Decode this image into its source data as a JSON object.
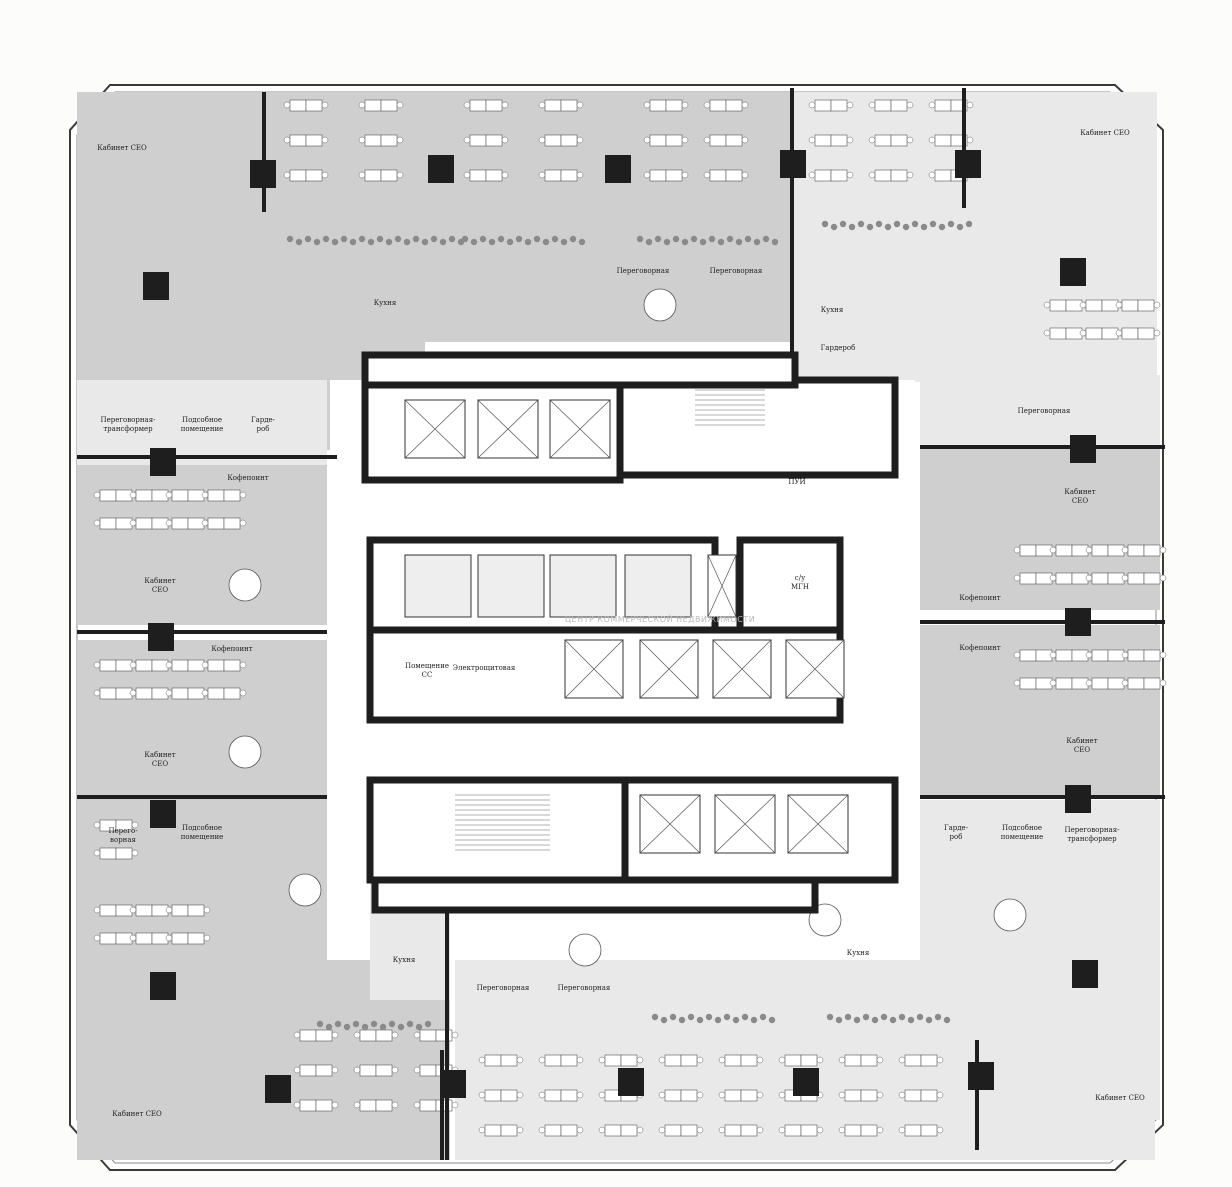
{
  "plan": {
    "watermark": "ЦЕНТР КОММЕРЧЕСКОЙ НЕДВИЖИМОСТИ",
    "colors": {
      "background": "#fcfcfa",
      "zone_dark": "#cfcfcf",
      "zone_light": "#e9e9e9",
      "wall": "#1e1e1e",
      "furniture": "#ffffff",
      "plant": "#8a8a8a"
    },
    "labels": {
      "ceo_tl": "Кабинет CEO",
      "ceo_tr": "Кабинет CEO",
      "ceo_bl": "Кабинет CEO",
      "ceo_br": "Кабинет CEO",
      "ceo_l1": [
        "Кабинет",
        "CEO"
      ],
      "ceo_l2": [
        "Кабинет",
        "CEO"
      ],
      "ceo_r1": [
        "Кабинет",
        "CEO"
      ],
      "ceo_r2": [
        "Кабинет",
        "CEO"
      ],
      "meeting_transformer_l": [
        "Переговорная-",
        "трансформер"
      ],
      "meeting_transformer_r": [
        "Переговорная-",
        "трансформер"
      ],
      "utility_l": [
        "Подсобное",
        "помещение"
      ],
      "utility_l2": [
        "Подсобное",
        "помещение"
      ],
      "utility_r": [
        "Подсобное",
        "помещение"
      ],
      "wardrobe_l": [
        "Гарде-",
        "роб"
      ],
      "wardrobe_r": [
        "Гарде-",
        "роб"
      ],
      "wardrobe_top": "Гардероб",
      "coffee_l1": "Кофепоинт",
      "coffee_l2": "Кофепоинт",
      "coffee_r1": "Кофепоинт",
      "coffee_r2": "Кофепоинт",
      "kitchen_tl": "Кухня",
      "kitchen_tr": "Кухня",
      "kitchen_bl": "Кухня",
      "kitchen_br": "Кухня",
      "meeting_t1": "Переговорная",
      "meeting_t2": "Переговорная",
      "meeting_r": "Переговорная",
      "meeting_b1": "Переговорная",
      "meeting_b2": "Переговорная",
      "meeting_l": [
        "Перего-",
        "ворная"
      ],
      "pui": "ПУИ",
      "wc_mgn": [
        "с/у",
        "МГН"
      ],
      "security_room": [
        "Помещение",
        "СС"
      ],
      "electrical_room": "Электрощитовая"
    }
  }
}
